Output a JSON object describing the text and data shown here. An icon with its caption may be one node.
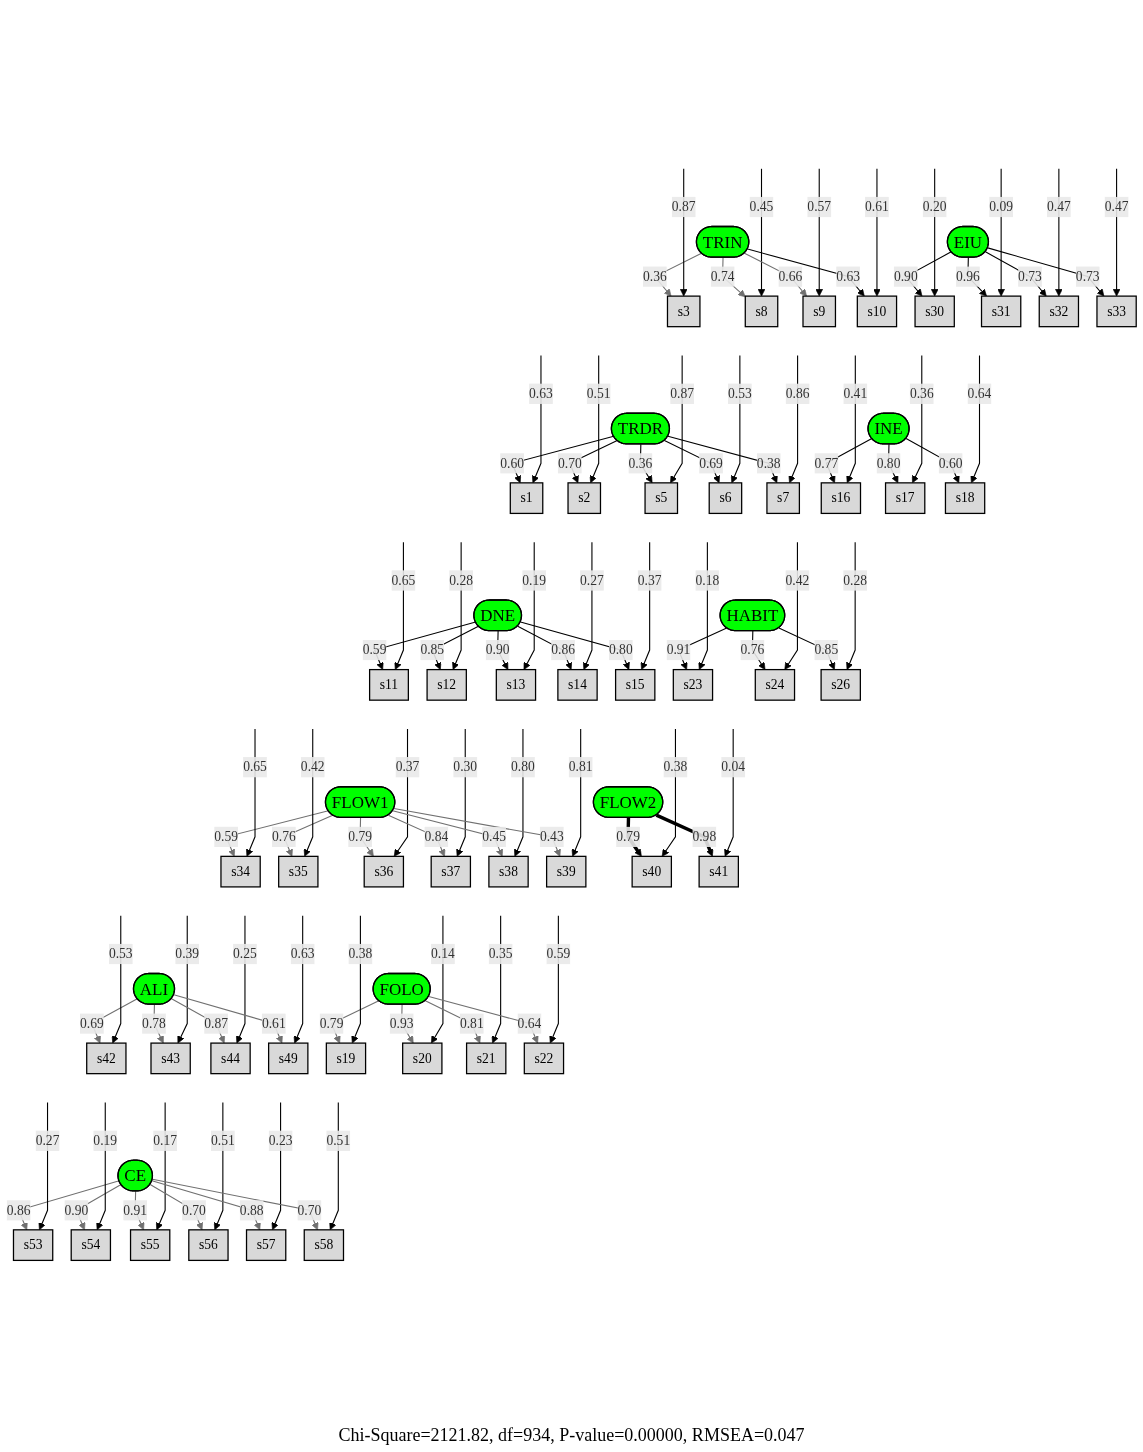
{
  "diagram": {
    "caption": "Chi-Square=2121.82, df=934, P-value=0.00000, RMSEA=0.047",
    "nodes": [
      {
        "text": [
          "TRIN"
        ]
      },
      {
        "text": [
          "s3"
        ]
      },
      {
        "text": [
          "s8"
        ]
      },
      {
        "text": [
          "s9"
        ]
      },
      {
        "text": [
          "s10"
        ]
      },
      {
        "text": [
          "EIU"
        ]
      },
      {
        "text": [
          "s30"
        ]
      },
      {
        "text": [
          "s31"
        ]
      },
      {
        "text": [
          "s32"
        ]
      },
      {
        "text": [
          "s33"
        ]
      },
      {
        "text": [
          "TRDR"
        ]
      },
      {
        "text": [
          "s1"
        ]
      },
      {
        "text": [
          "s2"
        ]
      },
      {
        "text": [
          "s5"
        ]
      },
      {
        "text": [
          "s6"
        ]
      },
      {
        "text": [
          "s7"
        ]
      },
      {
        "text": [
          "DNE"
        ]
      },
      {
        "text": [
          "s11"
        ]
      },
      {
        "text": [
          "s12"
        ]
      },
      {
        "text": [
          "s13"
        ]
      },
      {
        "text": [
          "s14"
        ]
      },
      {
        "text": [
          "s15"
        ]
      },
      {
        "text": [
          "INE"
        ]
      },
      {
        "text": [
          "s16"
        ]
      },
      {
        "text": [
          "s17"
        ]
      },
      {
        "text": [
          "s18"
        ]
      },
      {
        "text": [
          "HABIT"
        ]
      },
      {
        "text": [
          "s23"
        ]
      },
      {
        "text": [
          "s24"
        ]
      },
      {
        "text": [
          "s26"
        ]
      },
      {
        "text": [
          "FLOW1"
        ]
      },
      {
        "text": [
          "s34"
        ]
      },
      {
        "text": [
          "s35"
        ]
      },
      {
        "text": [
          "s36"
        ]
      },
      {
        "text": [
          "s37"
        ]
      },
      {
        "text": [
          "s38"
        ]
      },
      {
        "text": [
          "s39"
        ]
      },
      {
        "text": [
          "FLOW2"
        ]
      },
      {
        "text": [
          "s40"
        ]
      },
      {
        "text": [
          "s41"
        ]
      },
      {
        "text": [
          "ALI"
        ]
      },
      {
        "text": [
          "s42"
        ]
      },
      {
        "text": [
          "s43"
        ]
      },
      {
        "text": [
          "s44"
        ]
      },
      {
        "text": [
          "s49"
        ]
      },
      {
        "text": [
          "CE"
        ]
      },
      {
        "text": [
          "s53"
        ]
      },
      {
        "text": [
          "s54"
        ]
      },
      {
        "text": [
          "s55"
        ]
      },
      {
        "text": [
          "s56"
        ]
      },
      {
        "text": [
          "s57"
        ]
      },
      {
        "text": [
          "s58"
        ]
      },
      {
        "text": [
          "FOLO"
        ]
      },
      {
        "text": [
          "s19"
        ]
      },
      {
        "text": [
          "s20"
        ]
      },
      {
        "text": [
          "s21"
        ]
      },
      {
        "text": [
          "s22"
        ]
      }
    ],
    "edges": [
      {
        "from": 0,
        "to": 1,
        "arrow": "to",
        "label": "0.36",
        "color": "#707070"
      },
      {
        "from": null,
        "to": 1,
        "arrow": "to",
        "label": "0.87"
      },
      {
        "from": 0,
        "to": 2,
        "arrow": "to",
        "label": "0.74",
        "color": "#707070"
      },
      {
        "from": null,
        "to": 2,
        "arrow": "to",
        "label": "0.45"
      },
      {
        "from": 0,
        "to": 3,
        "arrow": "to",
        "label": "0.66",
        "color": "#707070"
      },
      {
        "from": null,
        "to": 3,
        "arrow": "to",
        "label": "0.57"
      },
      {
        "from": 0,
        "to": 4,
        "arrow": "to",
        "label": "0.63"
      },
      {
        "from": null,
        "to": 4,
        "arrow": "to",
        "label": "0.61"
      },
      {
        "from": 5,
        "to": 6,
        "arrow": "to",
        "label": "0.90"
      },
      {
        "from": null,
        "to": 6,
        "arrow": "to",
        "label": "0.20"
      },
      {
        "from": 5,
        "to": 7,
        "arrow": "to",
        "label": "0.96"
      },
      {
        "from": null,
        "to": 7,
        "arrow": "to",
        "label": "0.09"
      },
      {
        "from": 5,
        "to": 8,
        "arrow": "to",
        "label": "0.73"
      },
      {
        "from": null,
        "to": 8,
        "arrow": "to",
        "label": "0.47"
      },
      {
        "from": 5,
        "to": 9,
        "arrow": "to",
        "label": "0.73"
      },
      {
        "from": null,
        "to": 9,
        "arrow": "to",
        "label": "0.47"
      },
      {
        "from": 10,
        "to": 11,
        "arrow": "to",
        "label": "0.60"
      },
      {
        "from": null,
        "to": 11,
        "arrow": "to",
        "label": "0.63"
      },
      {
        "from": 10,
        "to": 12,
        "arrow": "to",
        "label": "0.70"
      },
      {
        "from": null,
        "to": 12,
        "arrow": "to",
        "label": "0.51"
      },
      {
        "from": 10,
        "to": 13,
        "arrow": "to",
        "label": "0.36"
      },
      {
        "from": null,
        "to": 13,
        "arrow": "to",
        "label": "0.87"
      },
      {
        "from": 10,
        "to": 14,
        "arrow": "to",
        "label": "0.69"
      },
      {
        "from": null,
        "to": 14,
        "arrow": "to",
        "label": "0.53"
      },
      {
        "from": 10,
        "to": 15,
        "arrow": "to",
        "label": "0.38"
      },
      {
        "from": null,
        "to": 15,
        "arrow": "to",
        "label": "0.86"
      },
      {
        "from": 16,
        "to": 17,
        "arrow": "to",
        "label": "0.59"
      },
      {
        "from": null,
        "to": 17,
        "arrow": "to",
        "label": "0.65"
      },
      {
        "from": 16,
        "to": 18,
        "arrow": "to",
        "label": "0.85"
      },
      {
        "from": null,
        "to": 18,
        "arrow": "to",
        "label": "0.28"
      },
      {
        "from": 16,
        "to": 19,
        "arrow": "to",
        "label": "0.90"
      },
      {
        "from": null,
        "to": 19,
        "arrow": "to",
        "label": "0.19"
      },
      {
        "from": 16,
        "to": 20,
        "arrow": "to",
        "label": "0.86"
      },
      {
        "from": null,
        "to": 20,
        "arrow": "to",
        "label": "0.27"
      },
      {
        "from": 16,
        "to": 21,
        "arrow": "to",
        "label": "0.80"
      },
      {
        "from": null,
        "to": 21,
        "arrow": "to",
        "label": "0.37"
      },
      {
        "from": 22,
        "to": 23,
        "arrow": "to",
        "label": "0.77"
      },
      {
        "from": null,
        "to": 23,
        "arrow": "to",
        "label": "0.41"
      },
      {
        "from": 22,
        "to": 24,
        "arrow": "to",
        "label": "0.80"
      },
      {
        "from": null,
        "to": 24,
        "arrow": "to",
        "label": "0.36"
      },
      {
        "from": 22,
        "to": 25,
        "arrow": "to",
        "label": "0.60"
      },
      {
        "from": null,
        "to": 25,
        "arrow": "to",
        "label": "0.64"
      },
      {
        "from": 26,
        "to": 27,
        "arrow": "to",
        "label": "0.91"
      },
      {
        "from": null,
        "to": 27,
        "arrow": "to",
        "label": "0.18"
      },
      {
        "from": 26,
        "to": 28,
        "arrow": "to",
        "label": "0.76"
      },
      {
        "from": null,
        "to": 28,
        "arrow": "to",
        "label": "0.42"
      },
      {
        "from": 26,
        "to": 29,
        "arrow": "to",
        "label": "0.85"
      },
      {
        "from": null,
        "to": 29,
        "arrow": "to",
        "label": "0.28"
      },
      {
        "from": 30,
        "to": 31,
        "arrow": "to",
        "label": "0.59",
        "color": "#707070"
      },
      {
        "from": null,
        "to": 31,
        "arrow": "to",
        "label": "0.65"
      },
      {
        "from": 30,
        "to": 32,
        "arrow": "to",
        "label": "0.76",
        "color": "#707070"
      },
      {
        "from": null,
        "to": 32,
        "arrow": "to",
        "label": "0.42"
      },
      {
        "from": 30,
        "to": 33,
        "arrow": "to",
        "label": "0.79",
        "color": "#707070"
      },
      {
        "from": null,
        "to": 33,
        "arrow": "to",
        "label": "0.37"
      },
      {
        "from": 30,
        "to": 34,
        "arrow": "to",
        "label": "0.84",
        "color": "#707070"
      },
      {
        "from": null,
        "to": 34,
        "arrow": "to",
        "label": "0.30"
      },
      {
        "from": 30,
        "to": 35,
        "arrow": "to",
        "label": "0.45",
        "color": "#707070"
      },
      {
        "from": null,
        "to": 35,
        "arrow": "to",
        "label": "0.80"
      },
      {
        "from": 30,
        "to": 36,
        "arrow": "to",
        "label": "0.43",
        "color": "#707070"
      },
      {
        "from": null,
        "to": 36,
        "arrow": "to",
        "label": "0.81"
      },
      {
        "from": 37,
        "to": 38,
        "arrow": "to",
        "label": "0.79",
        "style": "thick"
      },
      {
        "from": null,
        "to": 38,
        "arrow": "to",
        "label": "0.38"
      },
      {
        "from": 37,
        "to": 39,
        "arrow": "to",
        "label": "0.98",
        "style": "thick"
      },
      {
        "from": null,
        "to": 39,
        "arrow": "to",
        "label": "0.04"
      },
      {
        "from": 40,
        "to": 41,
        "arrow": "to",
        "label": "0.69",
        "color": "#707070"
      },
      {
        "from": null,
        "to": 41,
        "arrow": "to",
        "label": "0.53"
      },
      {
        "from": 40,
        "to": 42,
        "arrow": "to",
        "label": "0.78",
        "color": "#707070"
      },
      {
        "from": null,
        "to": 42,
        "arrow": "to",
        "label": "0.39"
      },
      {
        "from": 40,
        "to": 43,
        "arrow": "to",
        "label": "0.87",
        "color": "#707070"
      },
      {
        "from": null,
        "to": 43,
        "arrow": "to",
        "label": "0.25"
      },
      {
        "from": 40,
        "to": 44,
        "arrow": "to",
        "label": "0.61",
        "color": "#707070"
      },
      {
        "from": null,
        "to": 44,
        "arrow": "to",
        "label": "0.63"
      },
      {
        "from": 45,
        "to": 46,
        "arrow": "to",
        "label": "0.86",
        "color": "#707070"
      },
      {
        "from": null,
        "to": 46,
        "arrow": "to",
        "label": "0.27"
      },
      {
        "from": 45,
        "to": 47,
        "arrow": "to",
        "label": "0.90",
        "color": "#707070"
      },
      {
        "from": null,
        "to": 47,
        "arrow": "to",
        "label": "0.19"
      },
      {
        "from": 45,
        "to": 48,
        "arrow": "to",
        "label": "0.91",
        "color": "#707070"
      },
      {
        "from": null,
        "to": 48,
        "arrow": "to",
        "label": "0.17"
      },
      {
        "from": 45,
        "to": 49,
        "arrow": "to",
        "label": "0.70",
        "color": "#707070"
      },
      {
        "from": null,
        "to": 49,
        "arrow": "to",
        "label": "0.51"
      },
      {
        "from": 45,
        "to": 50,
        "arrow": "to",
        "label": "0.88",
        "color": "#707070"
      },
      {
        "from": null,
        "to": 50,
        "arrow": "to",
        "label": "0.23"
      },
      {
        "from": 45,
        "to": 51,
        "arrow": "to",
        "label": "0.70",
        "color": "#707070"
      },
      {
        "from": null,
        "to": 51,
        "arrow": "to",
        "label": "0.51"
      },
      {
        "from": 52,
        "to": 53,
        "arrow": "to",
        "label": "0.79",
        "color": "#707070"
      },
      {
        "from": null,
        "to": 53,
        "arrow": "to",
        "label": "0.38"
      },
      {
        "from": 52,
        "to": 54,
        "arrow": "to",
        "label": "0.93",
        "color": "#707070"
      },
      {
        "from": null,
        "to": 54,
        "arrow": "to",
        "label": "0.14"
      },
      {
        "from": 52,
        "to": 55,
        "arrow": "to",
        "label": "0.81",
        "color": "#707070"
      },
      {
        "from": null,
        "to": 55,
        "arrow": "to",
        "label": "0.35"
      },
      {
        "from": 52,
        "to": 56,
        "arrow": "to",
        "label": "0.64",
        "color": "#707070"
      },
      {
        "from": null,
        "to": 56,
        "arrow": "to",
        "label": "0.59"
      }
    ]
  }
}
